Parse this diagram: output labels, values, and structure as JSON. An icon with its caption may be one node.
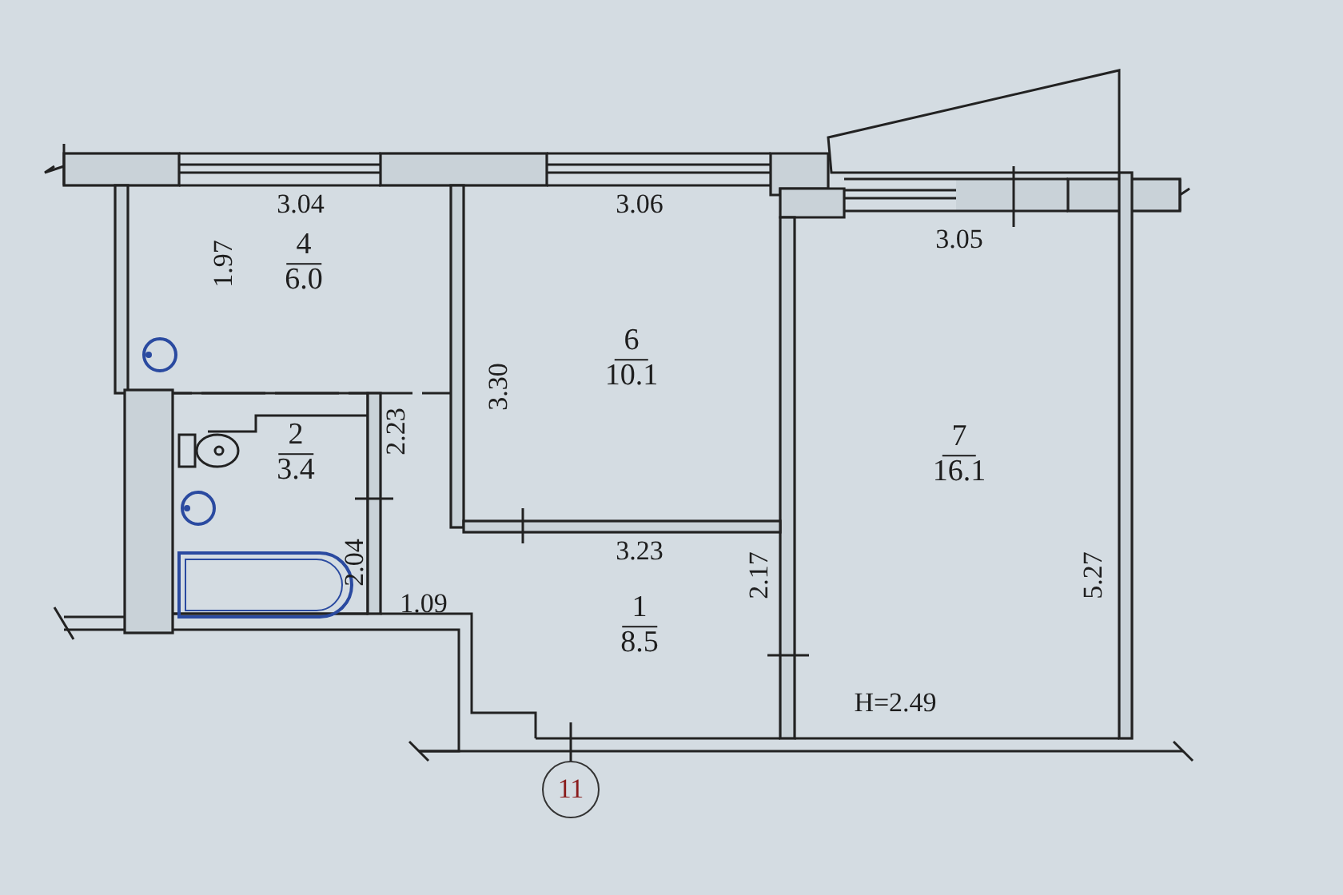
{
  "diagram": {
    "nodes": [
      {
        "text": [
          "4",
          "6.0"
        ]
      },
      {
        "text": [
          "6",
          "10.1"
        ]
      },
      {
        "text": [
          "7",
          "16.1"
        ]
      },
      {
        "text": [
          "2",
          "3.4"
        ]
      },
      {
        "text": [
          "1",
          "8.5"
        ]
      },
      {
        "text": [
          "11"
        ]
      }
    ],
    "labels": [
      "3.04",
      "3.06",
      "3.05",
      "1.97",
      "3.30",
      "2.23",
      "5.27",
      "2.04",
      "3.23",
      "2.17",
      "1.09",
      "H=2.49"
    ]
  }
}
